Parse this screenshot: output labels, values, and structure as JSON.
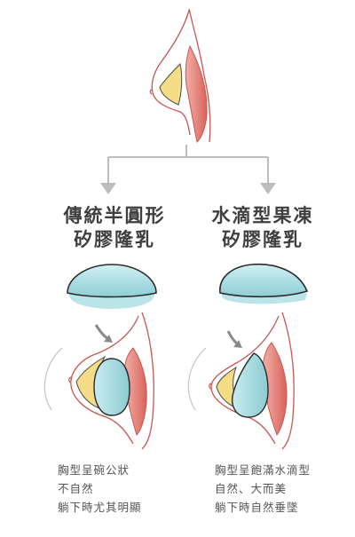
{
  "left_option": {
    "title_line1": "傳統半圓形",
    "title_line2": "矽膠隆乳",
    "notes": [
      "胸型呈碗公狀",
      "不自然",
      "躺下時尤其明顯"
    ]
  },
  "right_option": {
    "title_line1": "水滴型果凍",
    "title_line2": "矽膠隆乳",
    "notes": [
      "胸型呈飽滿水滴型",
      "自然、大而美",
      "躺下時自然垂墜"
    ]
  },
  "colors": {
    "connector": "#bdbdbd",
    "skin_outline": "#c8574f",
    "muscle": "#e88c86",
    "fat": "#f5dc86",
    "implant_fill": "#a9dde2",
    "implant_outline": "#2b2b2b",
    "heading_text": "#3f3f3f",
    "note_text": "#555555"
  }
}
